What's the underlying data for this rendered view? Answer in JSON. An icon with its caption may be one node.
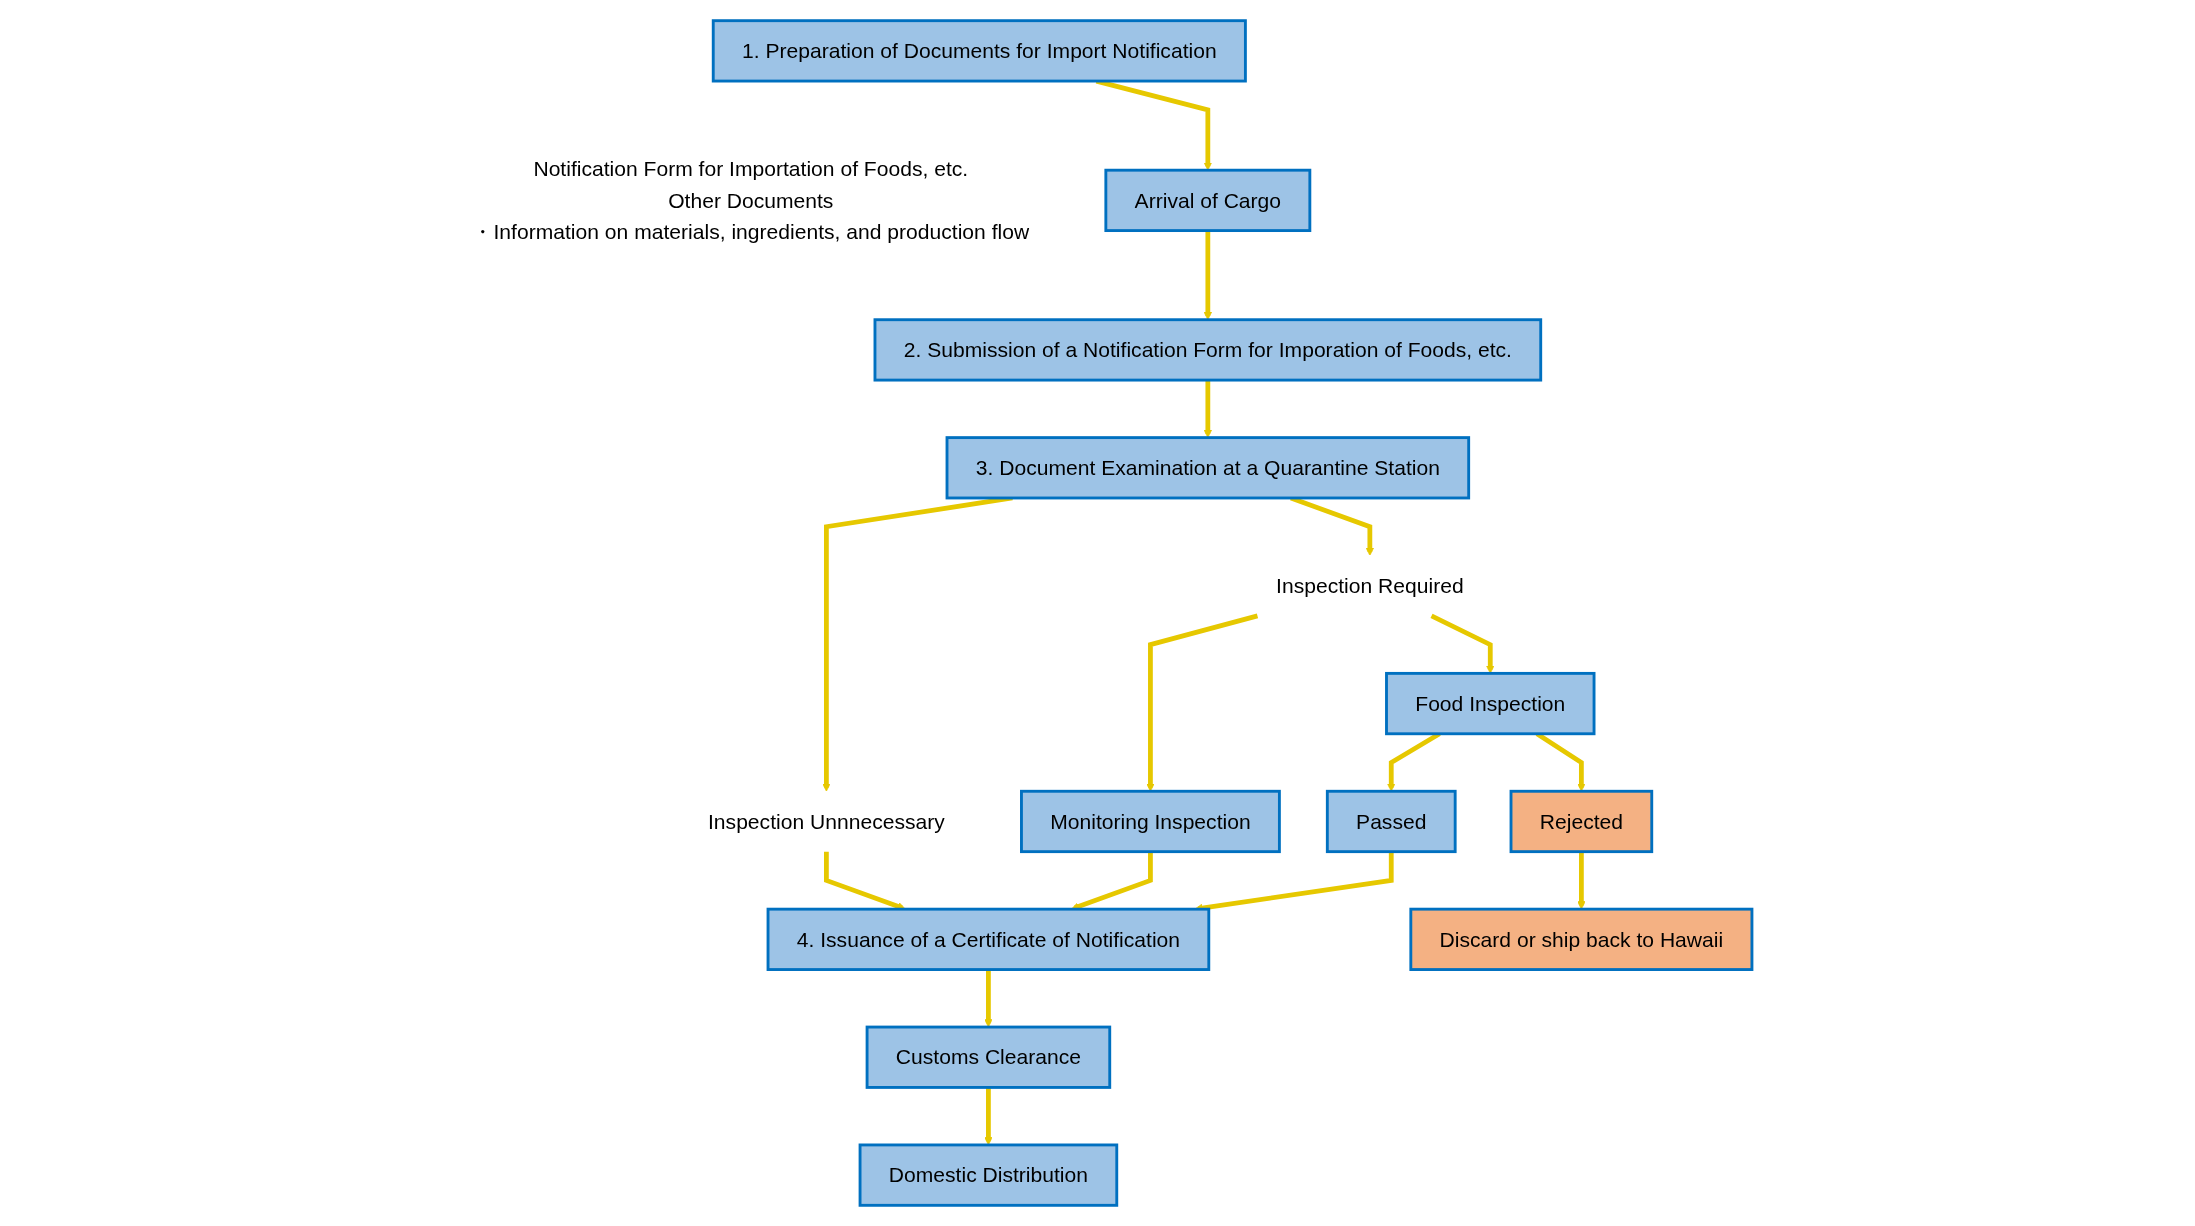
{
  "diagram": {
    "nodes": [
      {
        "text": [
          "1. Preparation of Documents for Import Notification"
        ],
        "beside": [
          "Notification Form for Importation of Foods, etc.",
          "Other Documents",
          "・Information on materials, ingredients, and production flow"
        ]
      },
      {
        "text": [
          "Arrival of Cargo"
        ]
      },
      {
        "text": [
          "2. Submission of a Notification Form for Imporation of Foods, etc."
        ]
      },
      {
        "text": [
          "3. Document Examination at a Quarantine Station"
        ]
      },
      {
        "text": [
          "Inspection Required"
        ]
      },
      {
        "text": [
          "Inspection Unnnecessary"
        ]
      },
      {
        "text": [
          "Monitoring Inspection"
        ]
      },
      {
        "text": [
          "Food Inspection"
        ]
      },
      {
        "text": [
          "4. Issuance of a Certificate of Notification"
        ]
      },
      {
        "text": [
          "Passed"
        ]
      },
      {
        "text": [
          "Rejected"
        ]
      },
      {
        "text": [
          "Customs Clearance"
        ]
      },
      {
        "text": [
          "Discard or ship back to Hawaii"
        ]
      },
      {
        "text": [
          "Domestic Distribution"
        ]
      }
    ],
    "edges": [
      {
        "from": 0,
        "to": 1,
        "arrow": "to"
      },
      {
        "from": 1,
        "to": 2,
        "arrow": "to"
      },
      {
        "from": 2,
        "to": 3,
        "arrow": "to"
      },
      {
        "from": 3,
        "to": 4,
        "arrow": "to"
      },
      {
        "from": 3,
        "to": 5,
        "arrow": "to"
      },
      {
        "from": 4,
        "to": 6,
        "arrow": "to"
      },
      {
        "from": 4,
        "to": 7,
        "arrow": "to"
      },
      {
        "from": 5,
        "to": 8,
        "arrow": "to"
      },
      {
        "from": 6,
        "to": 8,
        "arrow": "to"
      },
      {
        "from": 7,
        "to": 9,
        "arrow": "to"
      },
      {
        "from": 7,
        "to": 10,
        "arrow": "to"
      },
      {
        "from": 9,
        "to": 8,
        "arrow": "to"
      },
      {
        "from": 10,
        "to": 12,
        "arrow": "to"
      },
      {
        "from": 8,
        "to": 11,
        "arrow": "to"
      },
      {
        "from": 11,
        "to": 13,
        "arrow": "to"
      }
    ]
  }
}
